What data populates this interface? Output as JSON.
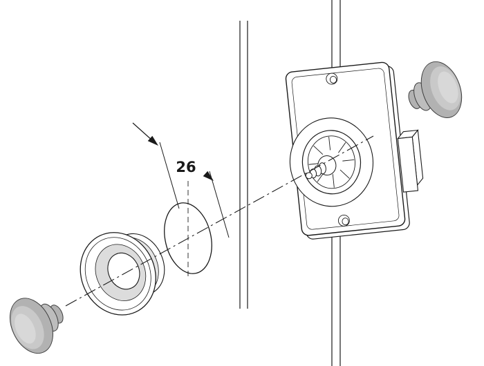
{
  "diagram": {
    "dimension_label": "26",
    "colors": {
      "line": "#1a1a1a",
      "knob_base": "#b2b2b2",
      "knob_mid": "#c9c9c9",
      "knob_light": "#d8d8d8",
      "rosette_shade": "#dcdcdc",
      "background": "#ffffff"
    },
    "parts": [
      "door-panel-section-lines",
      "push-lock-body",
      "latch-bolt",
      "rotor",
      "spindle",
      "screw-holes",
      "back-knob",
      "front-knob",
      "rosette-collar",
      "drill-hole",
      "assembly-center-line",
      "diameter-dimension"
    ]
  }
}
